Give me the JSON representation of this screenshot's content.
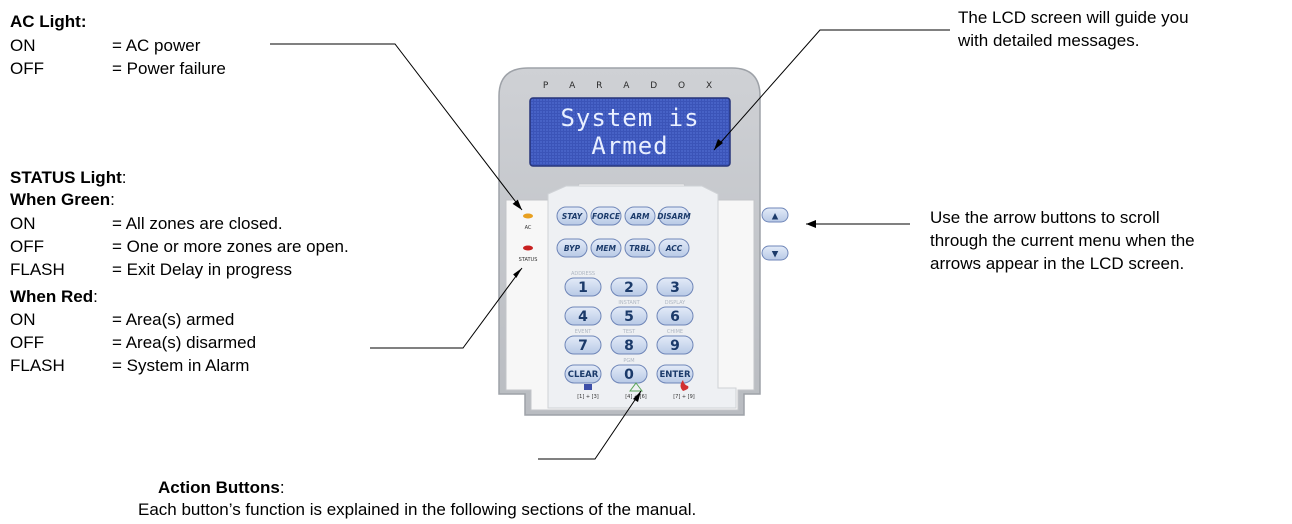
{
  "ac": {
    "title": "AC Light:",
    "rows": [
      {
        "k": "ON",
        "v": "= AC power"
      },
      {
        "k": "OFF",
        "v": "= Power failure"
      }
    ]
  },
  "status": {
    "title": "STATUS Light",
    "colon": ":",
    "green_title": "When Green",
    "green_rows": [
      {
        "k": "ON",
        "v": "= All zones are closed."
      },
      {
        "k": "OFF",
        "v": "= One or more zones are open."
      },
      {
        "k": "FLASH",
        "v": "= Exit Delay in progress"
      }
    ],
    "red_title": "When Red",
    "red_rows": [
      {
        "k": "ON",
        "v": "= Area(s) armed"
      },
      {
        "k": "OFF",
        "v": "= Area(s) disarmed"
      },
      {
        "k": "FLASH",
        "v": "= System in Alarm"
      }
    ]
  },
  "lcd_callout": {
    "line1": "The LCD screen will guide you",
    "line2": "with detailed messages."
  },
  "arrow_callout": {
    "line1": "Use the arrow buttons to scroll",
    "line2": "through the current menu when the",
    "line3": "arrows appear in the LCD screen."
  },
  "action": {
    "title": "Action Buttons",
    "colon": ":",
    "desc": "Each button’s function is explained in the following sections of the manual."
  },
  "keypad": {
    "brand": "P A R A D O X",
    "lcd_line1": "System is",
    "lcd_line2": "Armed",
    "ac_label": "AC",
    "status_label": "STATUS",
    "func_keys": [
      "STAY",
      "FORCE",
      "ARM",
      "DISARM",
      "BYP",
      "MEM",
      "TRBL",
      "ACC"
    ],
    "digits": [
      "1",
      "2",
      "3",
      "4",
      "5",
      "6",
      "7",
      "8",
      "9"
    ],
    "zero": "0",
    "clear": "CLEAR",
    "enter": "ENTER",
    "up": "▲",
    "down": "▼",
    "sub_labels": [
      "ADDRESS",
      "",
      "",
      "",
      "INSTANT",
      "DISPLAY",
      "EVENT",
      "TEST",
      "CHIME",
      "",
      "PGM",
      ""
    ],
    "panic_labels": [
      "[1] + [3]",
      "[4] + [6]",
      "[7] + [9]"
    ],
    "colors": {
      "lcd": "#3b54b8",
      "body": "#c9cbcf",
      "key": "#c8d6ee",
      "key_border": "#6f86b8",
      "ac_led": "#e8a020",
      "status_led": "#c82020"
    }
  }
}
